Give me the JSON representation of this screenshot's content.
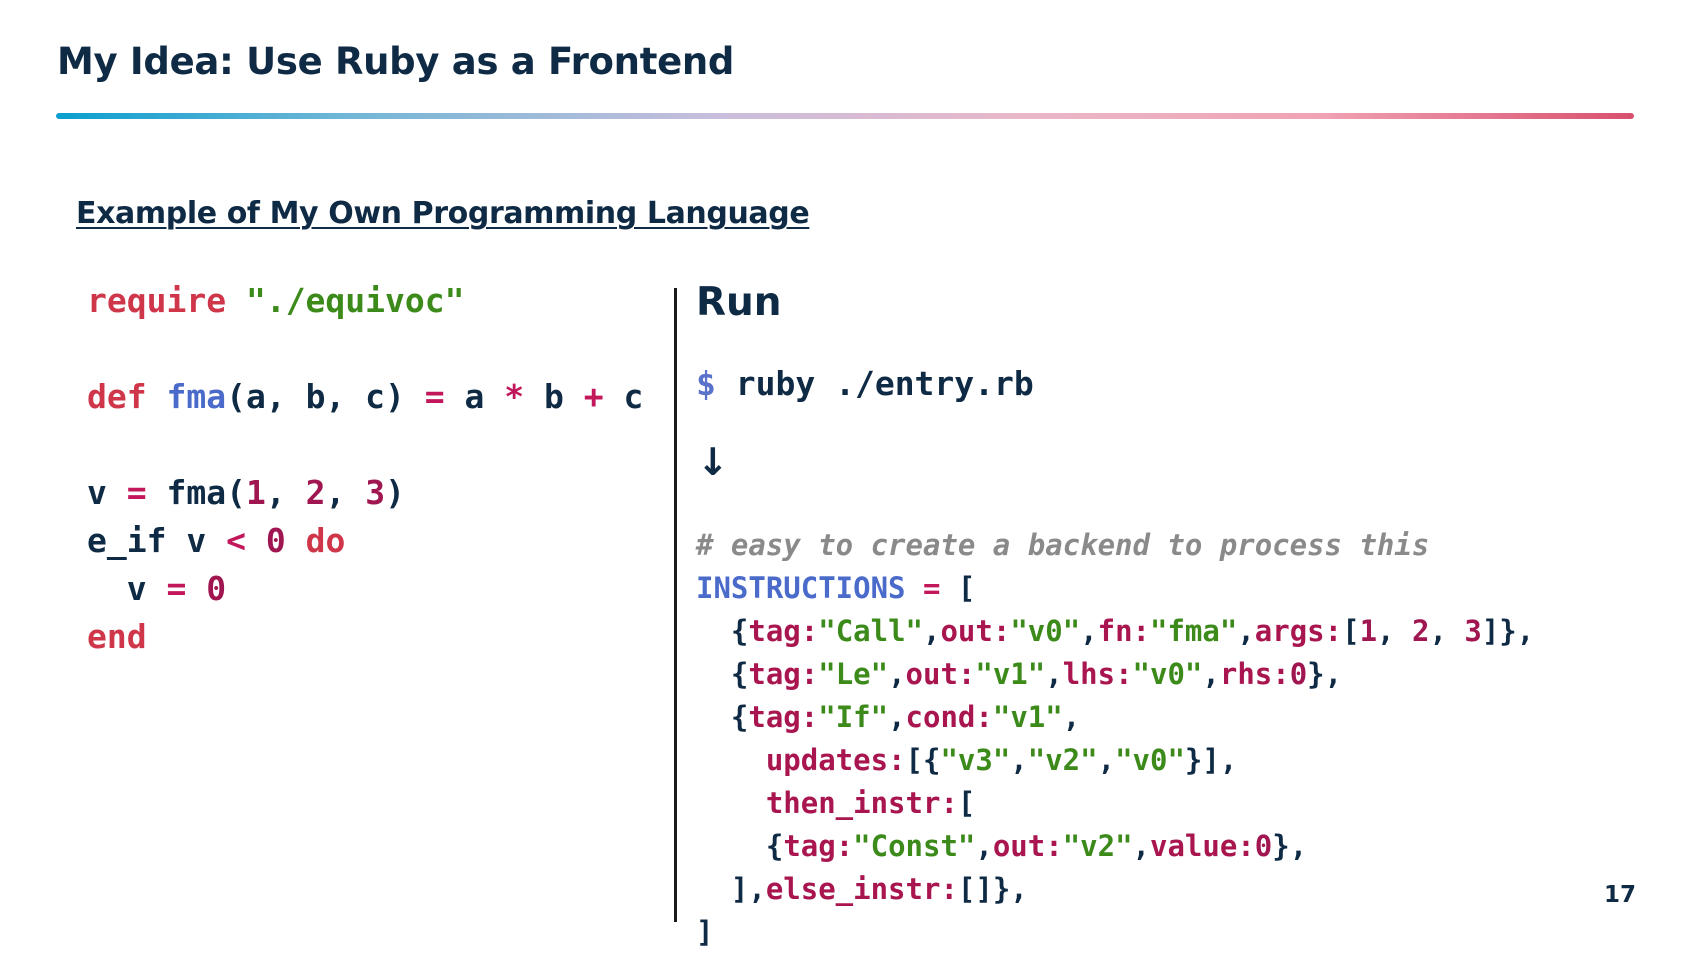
{
  "slide": {
    "title": "My Idea: Use Ruby as a Frontend",
    "section_heading": "Example of My Own Programming Language",
    "page_number": "17"
  },
  "left_code": {
    "require_kw": "require",
    "require_path": "\"./equivoc\"",
    "def_kw": "def",
    "fn_name": "fma",
    "params": "(a, b, c)",
    "eq": "=",
    "a": "a",
    "star": "*",
    "b": "b",
    "plus": "+",
    "c": "c",
    "v": "v",
    "fma_call": "fma(",
    "n1": "1",
    "comma1": ", ",
    "n2": "2",
    "comma2": ", ",
    "n3": "3",
    "close_paren": ")",
    "e_if": "e_if v",
    "lt": "<",
    "zero": "0",
    "do_kw": "do",
    "inner_v": "v",
    "inner_eq": "=",
    "inner_zero": "0",
    "end_kw": "end"
  },
  "run": {
    "title": "Run",
    "prompt": "$",
    "command": "ruby ./entry.rb",
    "arrow": "↓"
  },
  "right_code": {
    "comment": "# easy to create a backend to process this",
    "instructions_const": "INSTRUCTIONS",
    "instructions_eq": "=",
    "open_bracket": "[",
    "l1_open": "{",
    "l1_tag_key": "tag:",
    "l1_tag_val": "\"Call\"",
    "l1_c1": ",",
    "l1_out_key": "out:",
    "l1_out_val": "\"v0\"",
    "l1_c2": ",",
    "l1_fn_key": "fn:",
    "l1_fn_val": "\"fma\"",
    "l1_c3": ",",
    "l1_args_key": "args:",
    "l1_args_open": "[",
    "l1_a1": "1",
    "l1_s1": ", ",
    "l1_a2": "2",
    "l1_s2": ", ",
    "l1_a3": "3",
    "l1_close": "]},",
    "l2_open": "{",
    "l2_tag_key": "tag:",
    "l2_tag_val": "\"Le\"",
    "l2_c1": ",",
    "l2_out_key": "out:",
    "l2_out_val": "\"v1\"",
    "l2_c2": ",",
    "l2_lhs_key": "lhs:",
    "l2_lhs_val": "\"v0\"",
    "l2_c3": ",",
    "l2_rhs_key": "rhs:",
    "l2_rhs_val": "0",
    "l2_close": "},",
    "l3_open": "{",
    "l3_tag_key": "tag:",
    "l3_tag_val": "\"If\"",
    "l3_c1": ",",
    "l3_cond_key": "cond:",
    "l3_cond_val": "\"v1\"",
    "l3_c2": ",",
    "l4_updates_key": "updates:",
    "l4_open": "[{",
    "l4_v3": "\"v3\"",
    "l4_c1": ",",
    "l4_v2": "\"v2\"",
    "l4_c2": ",",
    "l4_v0": "\"v0\"",
    "l4_close": "}],",
    "l5_then_key": "then_instr:",
    "l5_open": "[",
    "l6_open": "{",
    "l6_tag_key": "tag:",
    "l6_tag_val": "\"Const\"",
    "l6_c1": ",",
    "l6_out_key": "out:",
    "l6_out_val": "\"v2\"",
    "l6_c2": ",",
    "l6_value_key": "value:",
    "l6_value_val": "0",
    "l6_close": "},",
    "l7_prefix": "],",
    "l7_else_key": "else_instr:",
    "l7_close": "[]},",
    "close_bracket": "]"
  },
  "colors": {
    "title_text": "#0f2a44",
    "keyword_red": "#d0364a",
    "string_green": "#3b8a1a",
    "function_blue": "#4a6bc9",
    "number_magenta": "#a01650",
    "comment_gray": "#8a8a8a",
    "rule_gradient": [
      "#0a9fcf",
      "#c9bedc",
      "#f0a3b3",
      "#d9506f"
    ]
  }
}
